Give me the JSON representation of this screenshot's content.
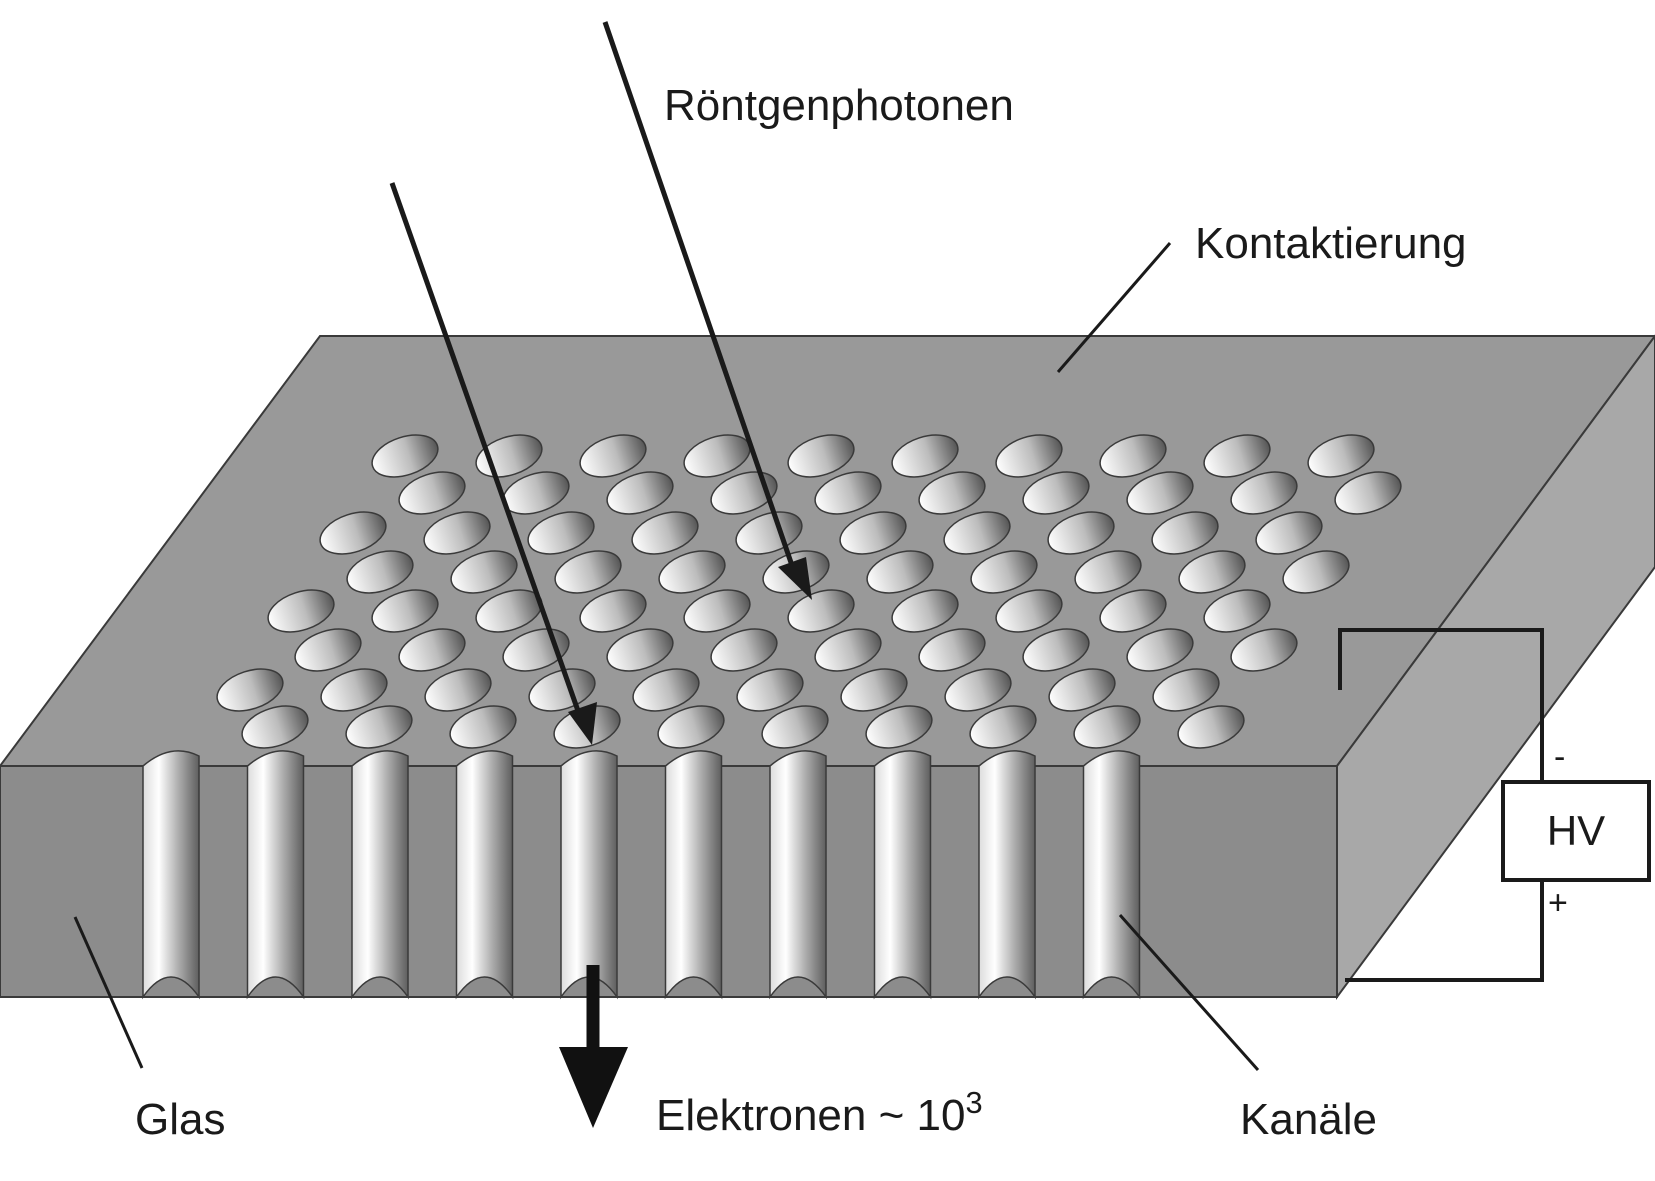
{
  "labels": {
    "photons": "Röntgenphotonen",
    "contact": "Kontaktierung",
    "glass": "Glas",
    "channels": "Kanäle",
    "electrons": "Elektronen ~ 10",
    "electrons_exp": "3",
    "hv": "HV",
    "minus": "-",
    "plus": "+"
  },
  "colors": {
    "top_face": "#999999",
    "front_face": "#8c8c8c",
    "side_face": "#a8a8a8",
    "outline": "#3a3a3a",
    "line": "#1a1a1a"
  }
}
